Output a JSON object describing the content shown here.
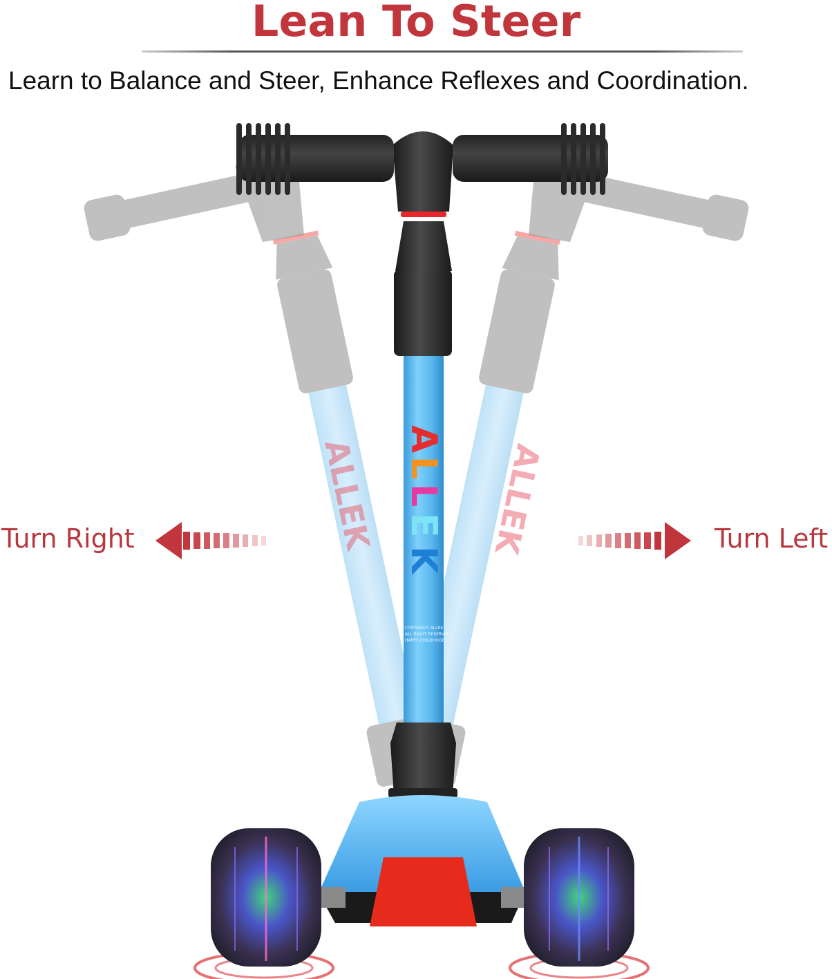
{
  "header": {
    "title": "Lean To Steer",
    "subtitle": "Learn to Balance and Steer, Enhance Reflexes and Coordination."
  },
  "directions": {
    "left_label": "Turn Right",
    "right_label": "Turn Left"
  },
  "product": {
    "brand_on_stem": "ALLEK",
    "stem_fine_print": [
      "COPYRIGHT ALLEK",
      "ALL RIGHT RESERVED",
      "HAPPY CHILDHOOD"
    ],
    "description": "Kick scooter with T-bar handle, blue stem, LED light-up wheels, shown leaning left and right"
  },
  "colors": {
    "accent_red": "#c1363c",
    "stem_blue": "#5ab8ee",
    "handle_black": "#2a2a2a",
    "ghost_gray": "#a8a8a8",
    "text_dark": "#111111"
  }
}
